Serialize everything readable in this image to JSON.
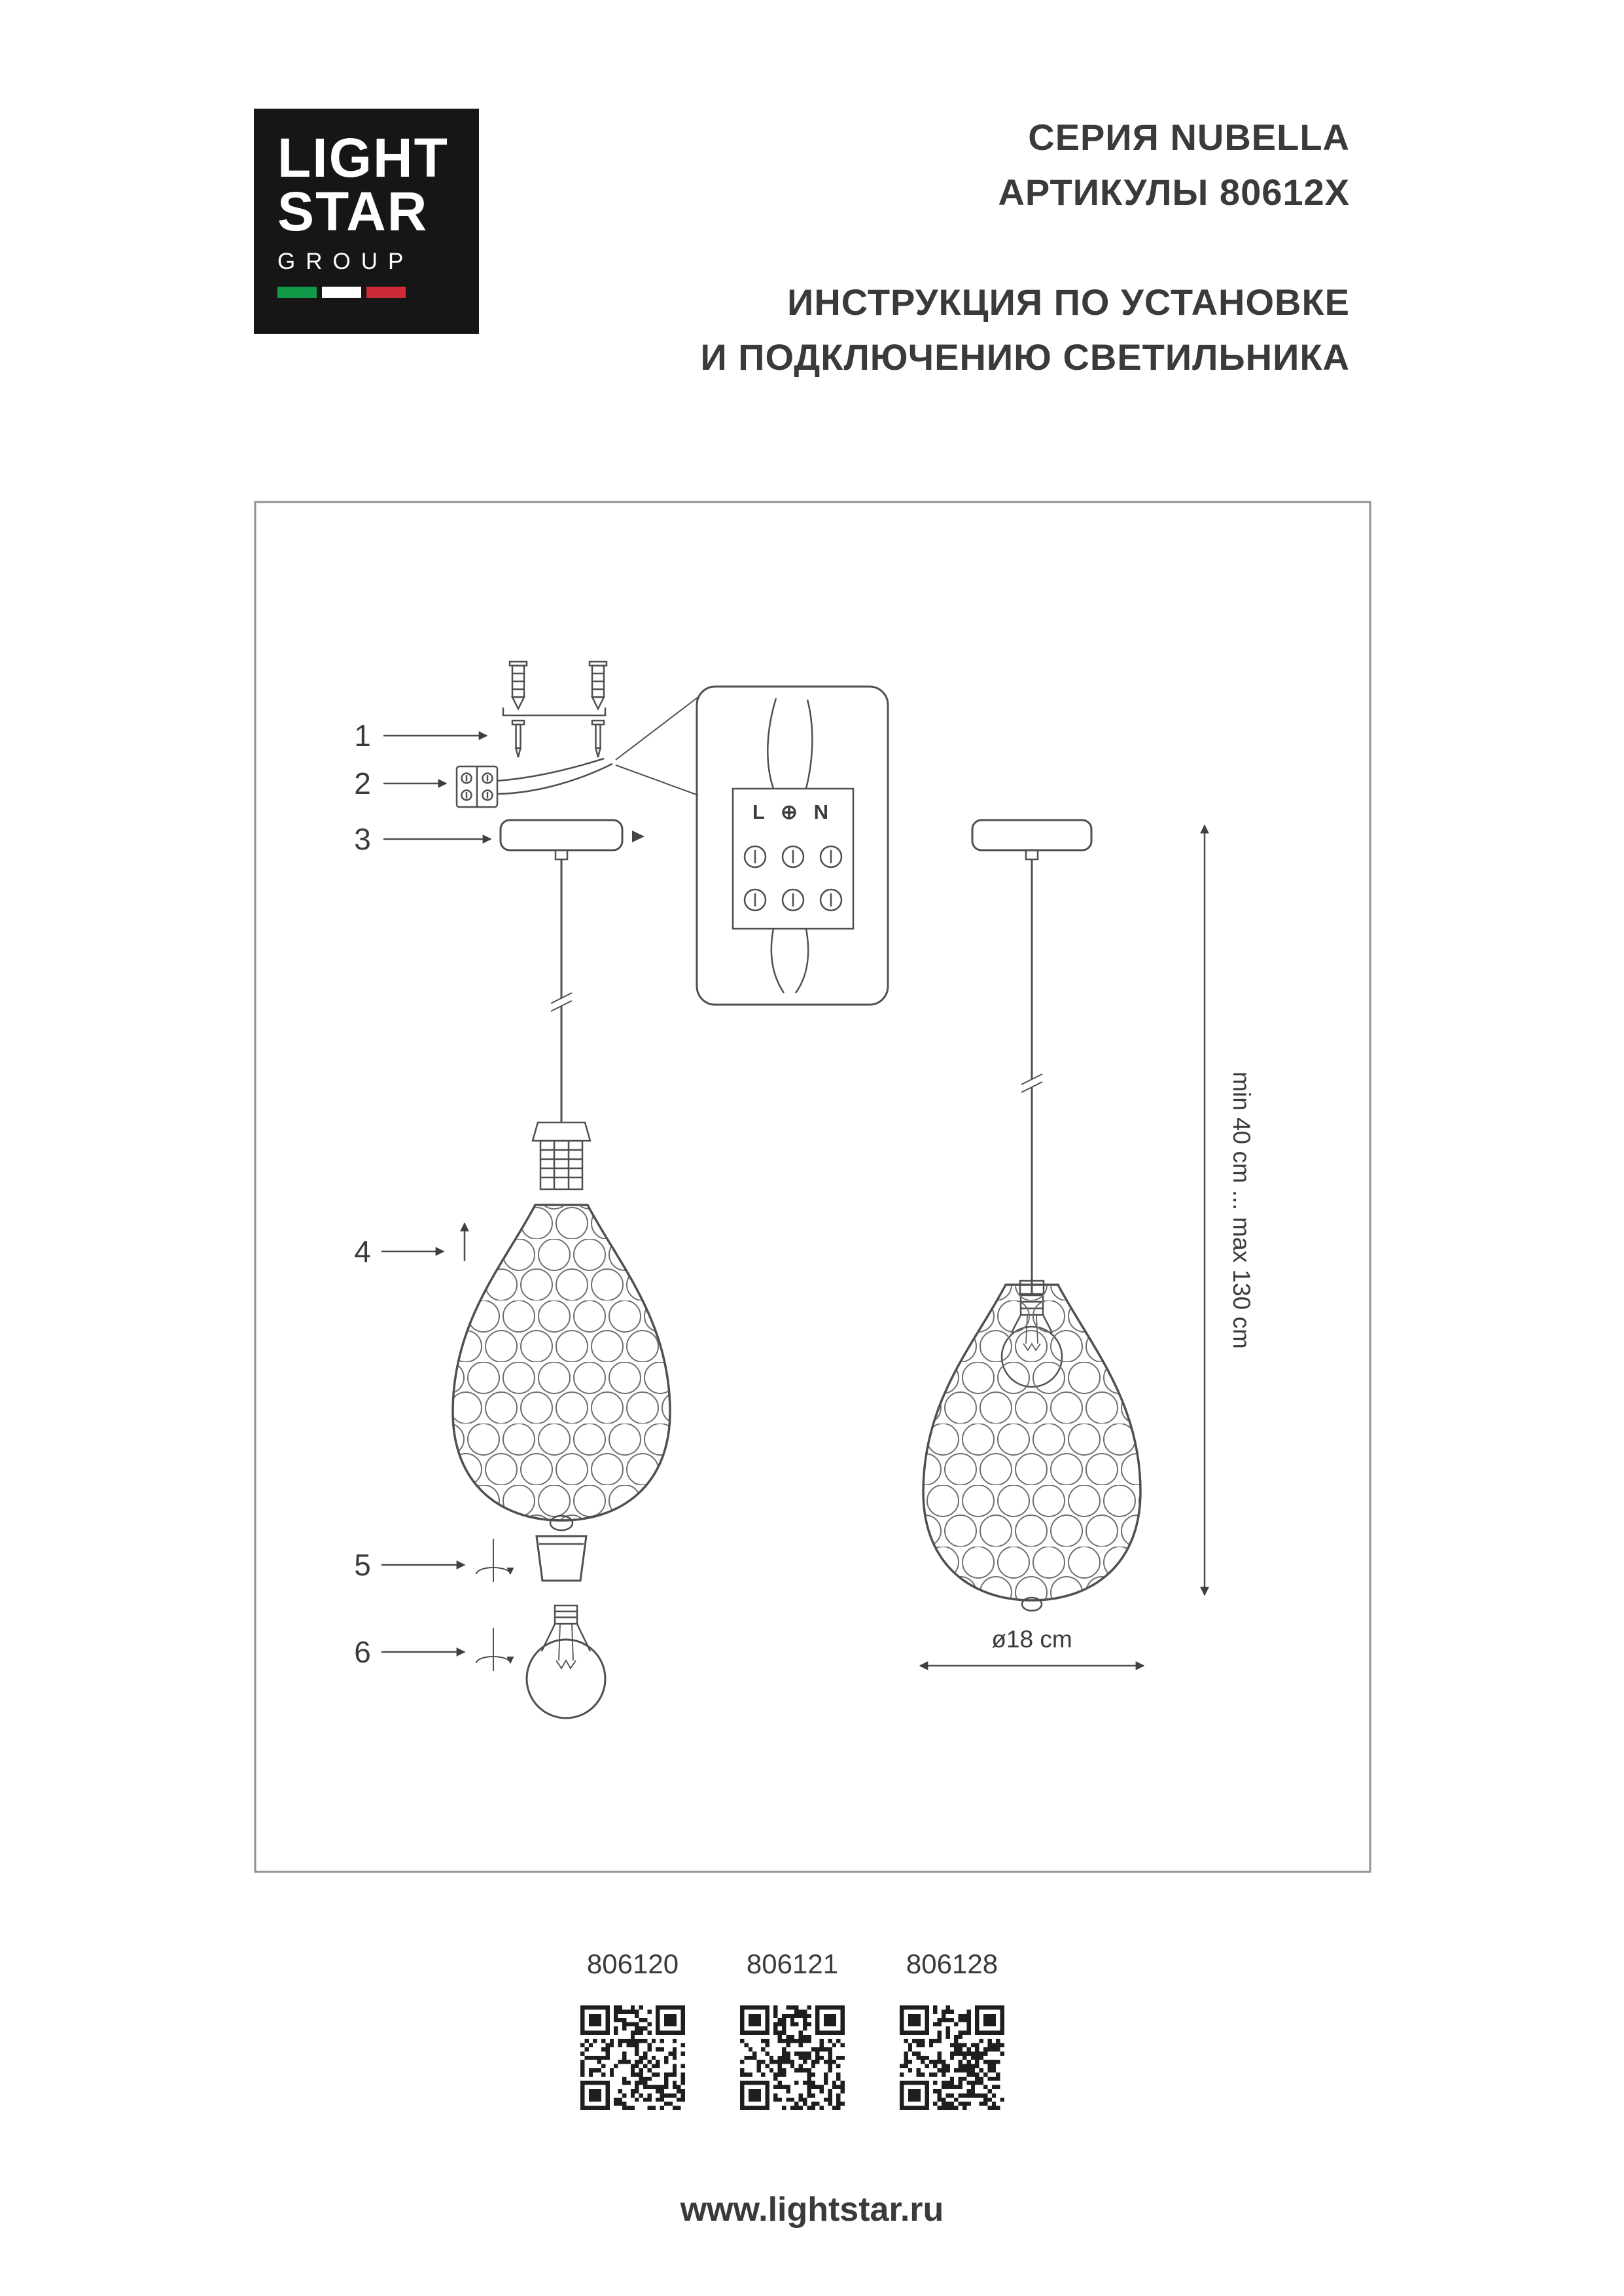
{
  "logo": {
    "line1": "LIGHT",
    "line2": "STAR",
    "line3": "GROUP",
    "flag_colors": [
      "#119b48",
      "#ffffff",
      "#ce2b37"
    ]
  },
  "header": {
    "series": "СЕРИЯ NUBELLA",
    "articles": "АРТИКУЛЫ 80612X",
    "instruction_line1": "ИНСТРУКЦИЯ ПО УСТАНОВКЕ",
    "instruction_line2": "И ПОДКЛЮЧЕНИЮ СВЕТИЛЬНИКА"
  },
  "diagram": {
    "part_labels": [
      "1",
      "2",
      "3",
      "4",
      "5",
      "6"
    ],
    "terminal_text": "L ⊕ N",
    "height_dimension": "min 40 cm ... max 130 cm",
    "diameter_dimension": "ø18 cm"
  },
  "qr_codes": [
    {
      "label": "806120"
    },
    {
      "label": "806121"
    },
    {
      "label": "806128"
    }
  ],
  "footer": {
    "website": "www.lightstar.ru"
  }
}
